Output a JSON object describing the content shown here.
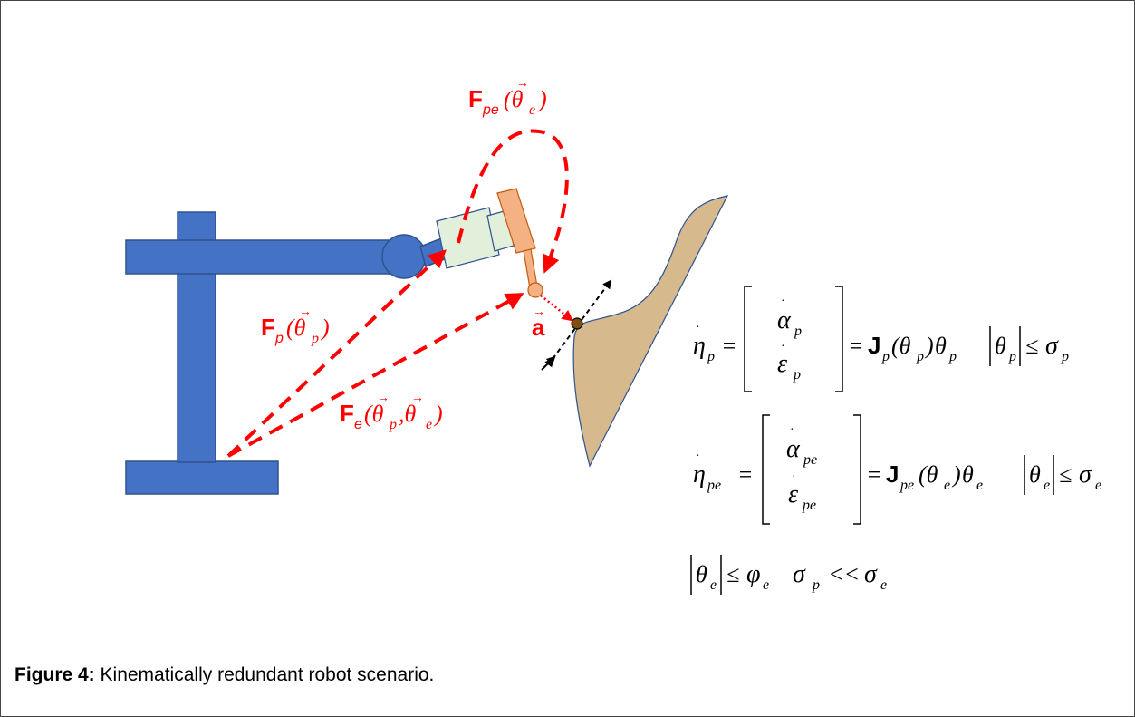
{
  "caption": {
    "label": "Figure 4:",
    "text": " Kinematically redundant robot scenario."
  },
  "labels": {
    "F_pe": "F",
    "F_pe_sub": "pe",
    "F_pe_arg": "(θ",
    "F_pe_arg_sub": "e",
    "F_p": "F",
    "F_p_sub": "p",
    "F_p_arg": "(θ",
    "F_p_arg_sub": "p",
    "F_e": "F",
    "F_e_sub": "e",
    "F_e_arg1": "(θ",
    "F_e_arg1_sub": "p",
    "F_e_arg2": ",θ",
    "F_e_arg2_sub": "e",
    "a": "a"
  },
  "equations": {
    "eq1": {
      "lhs": "η",
      "lhs_sub": "p",
      "m1": "α",
      "m1_sub": "p",
      "m2": "ε",
      "m2_sub": "p",
      "J": "J",
      "J_sub": "p",
      "J_arg": "(θ",
      "J_arg_sub": "p",
      "theta_dot": "θ",
      "theta_dot_sub": "p",
      "norm_theta": "θ",
      "norm_sub": "p",
      "sigma": "σ",
      "sigma_sub": "p"
    },
    "eq2": {
      "lhs": "η",
      "lhs_sub": "pe",
      "m1": "α",
      "m1_sub": "pe",
      "m2": "ε",
      "m2_sub": "pe",
      "J": "J",
      "J_sub": "pe",
      "J_arg": "(θ",
      "J_arg_sub": "e",
      "theta_dot": "θ",
      "theta_dot_sub": "e",
      "norm_theta": "θ",
      "norm_sub": "e",
      "sigma": "σ",
      "sigma_sub": "e"
    },
    "eq3": {
      "theta": "θ",
      "theta_sub": "e",
      "phi": "φ",
      "phi_sub": "e",
      "sigma_p": "σ",
      "sigma_p_sub": "p",
      "ll": "<<",
      "sigma_e": "σ",
      "sigma_e_sub": "e"
    },
    "symbols": {
      "eq": "=",
      "le": "≤"
    }
  },
  "colors": {
    "robot_blue": "#4472c4",
    "robot_edge": "#2f528f",
    "arrow_red": "#ff0000",
    "tool_green": "#e2efda",
    "tool_orange": "#f4b183",
    "surface_tan": "#d6b98c",
    "contact_brown": "#7f4f10"
  }
}
